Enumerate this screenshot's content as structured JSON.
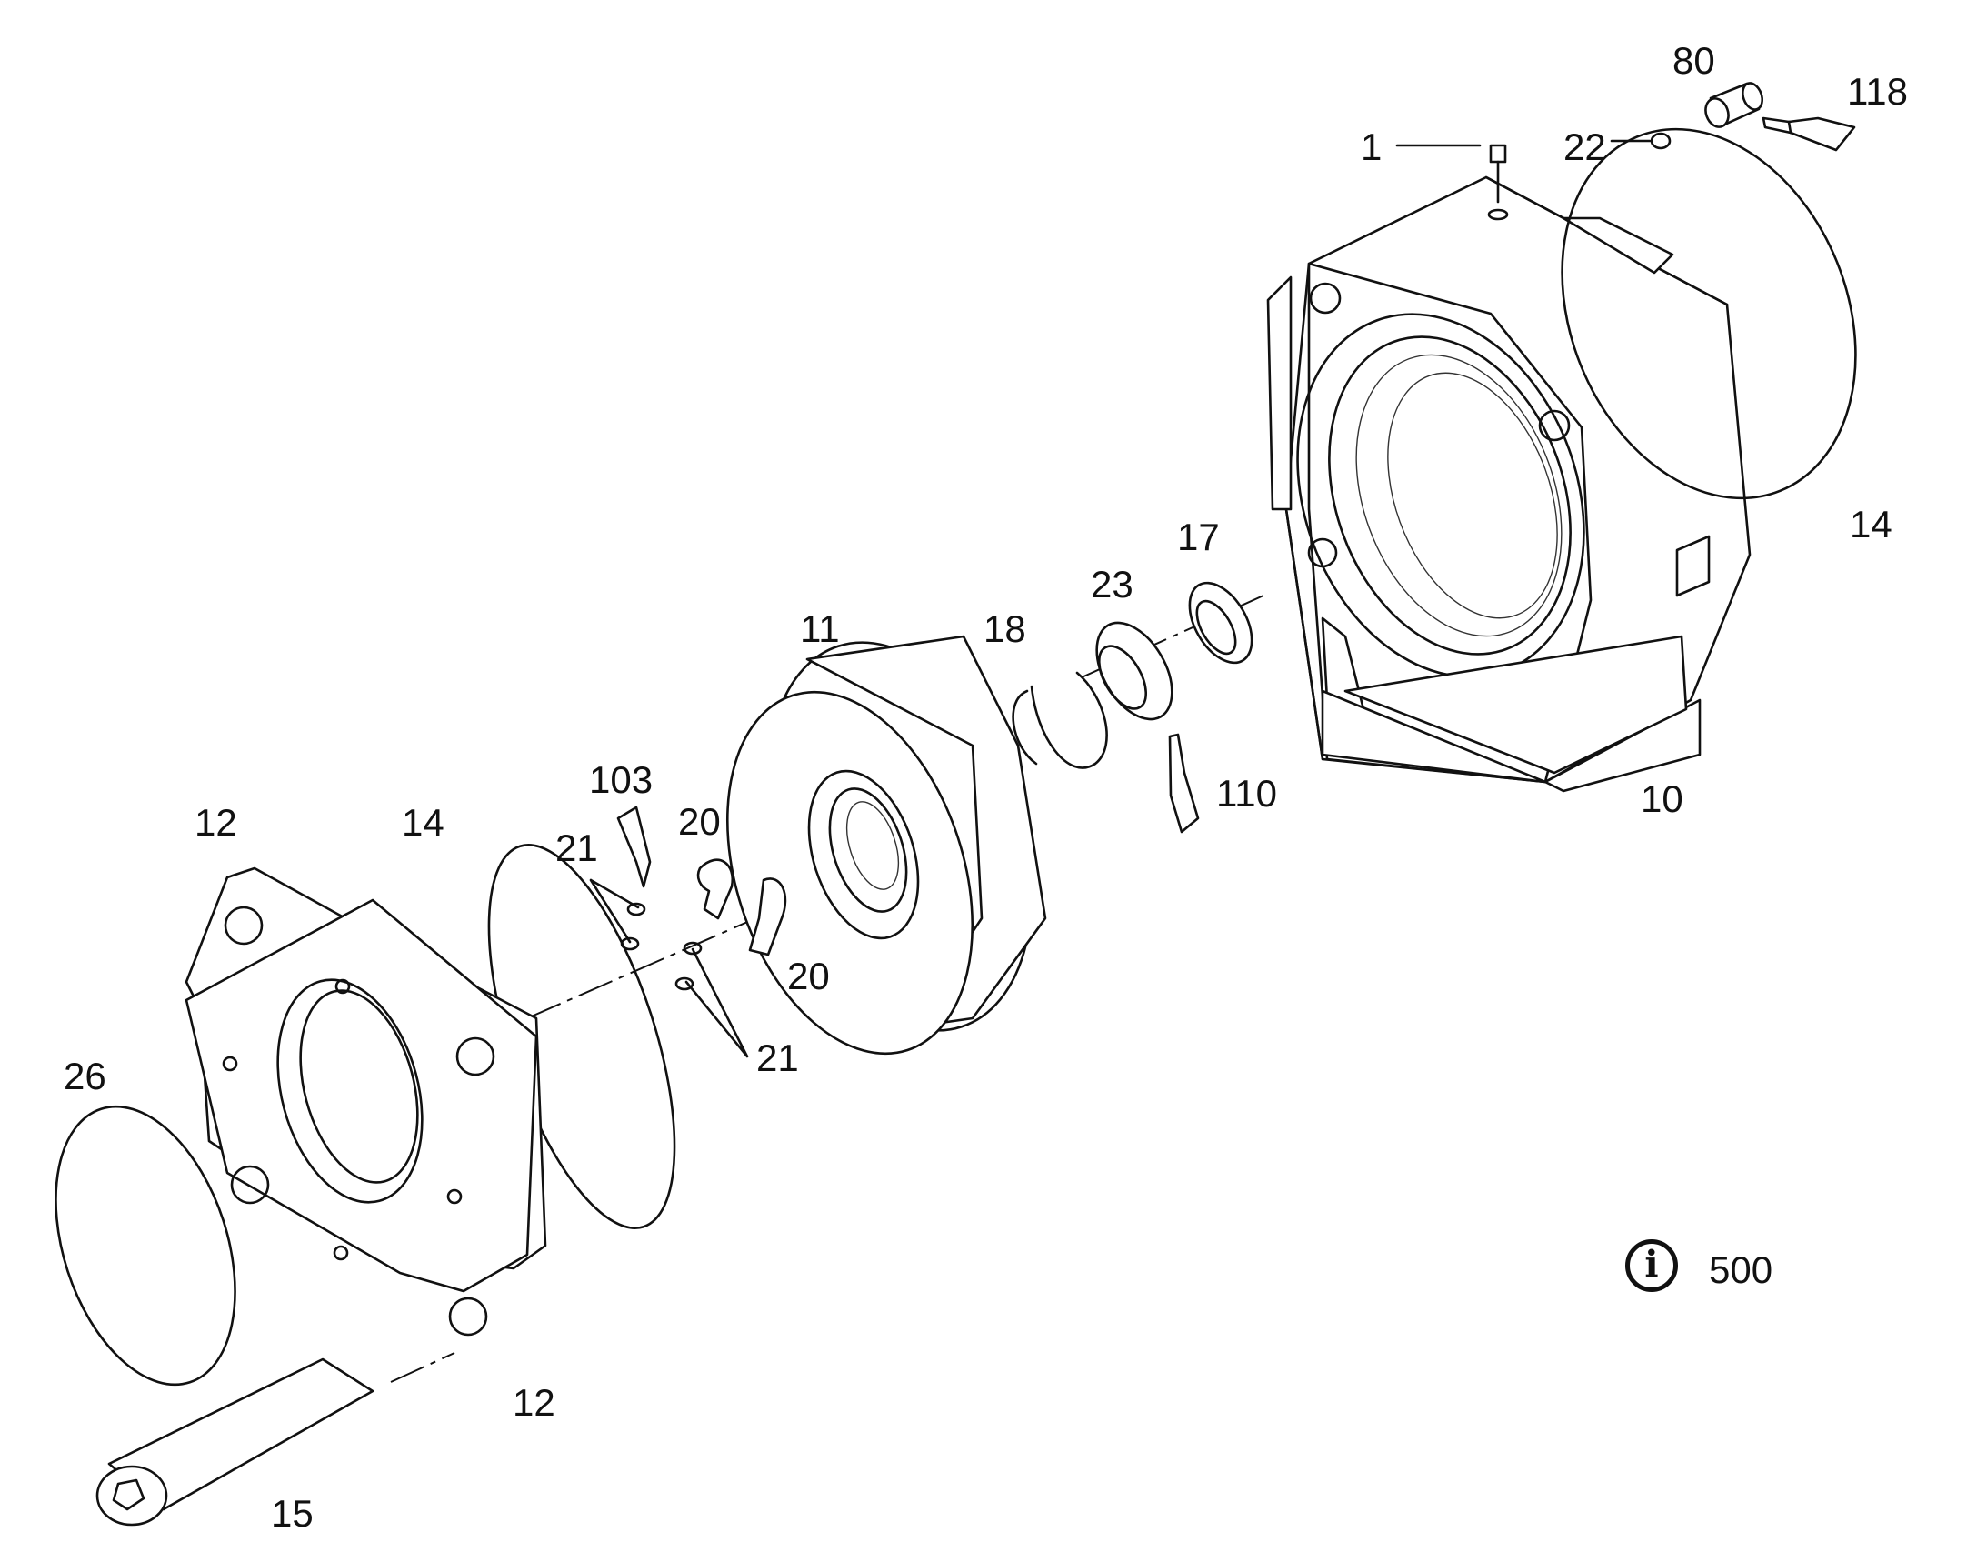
{
  "callouts": {
    "n1": "1",
    "n22": "22",
    "n80": "80",
    "n118": "118",
    "n14_top": "14",
    "n17": "17",
    "n23": "23",
    "n18": "18",
    "n11": "11",
    "n110": "110",
    "n10": "10",
    "n103": "103",
    "n12_top": "12",
    "n14_left": "14",
    "n21_top": "21",
    "n20_top": "20",
    "n20_bottom": "20",
    "n21_bottom": "21",
    "n26": "26",
    "n12_bottom": "12",
    "n15": "15"
  },
  "info_ref": {
    "icon": "info-icon",
    "number": "500"
  }
}
